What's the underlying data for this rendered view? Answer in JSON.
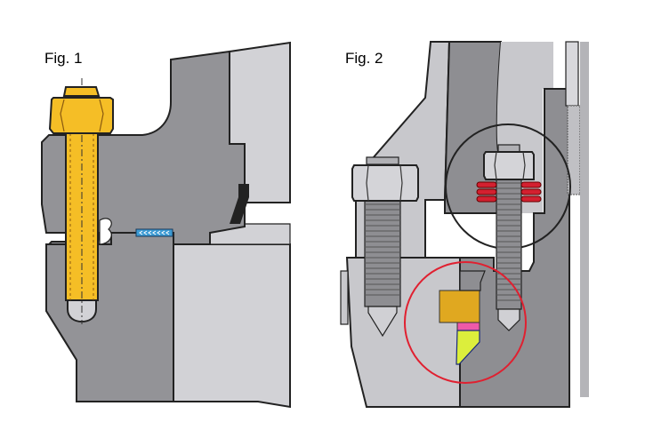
{
  "figures": [
    {
      "label": "Fig. 1",
      "parts": [
        "hex-nut",
        "stud-bolt",
        "flange",
        "housing",
        "gasket-seal",
        "blue-seal-strip"
      ],
      "colors": {
        "bolt": "#f5be26",
        "dark_steel": "#939397",
        "light_steel": "#d2d2d6",
        "seal": "#3c9bd4"
      }
    },
    {
      "label": "Fig. 2",
      "parts": [
        "hex-nut-left",
        "stud-left",
        "hex-nut-right",
        "disc-springs",
        "stud-right",
        "seal-ring-orange",
        "seal-ring-pink",
        "seal-ring-yellow",
        "detail-circle",
        "highlight-circle",
        "packing"
      ],
      "colors": {
        "disc_springs": "#d42030",
        "seal_orange": "#e0a820",
        "seal_pink": "#ee5aa8",
        "seal_yellow": "#dcee3c",
        "highlight_circle": "#e02030",
        "light_steel": "#c8c8cc",
        "dark_steel": "#8e8e92"
      }
    }
  ]
}
